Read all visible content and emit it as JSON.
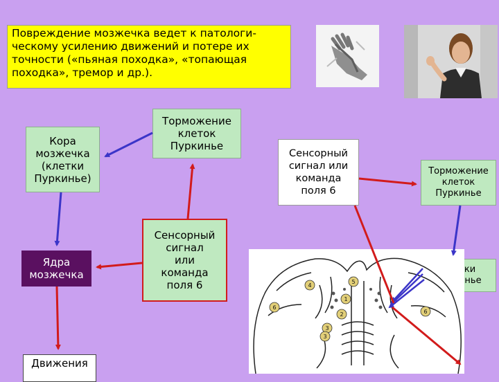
{
  "title_text": "Повреждение мозжечка ведет к патологи-\nческому усилению движений и потере их\nточности («пьяная походка», «топающая\nпоходка», тремор и др.).",
  "boxes": {
    "cortex": "Кора\nмозжечка\n(клетки\nПуркинье)",
    "inhibition_top": "Торможение\nклеток\nПуркинье",
    "nuclei": "Ядра\nмозжечка",
    "sensory_mid": "Сенсорный\nсигнал\nили\nкоманда\nполя 6",
    "movement": "Движения",
    "sensory_right": "Сенсорный\nсигнал или\nкоманда\nполя 6",
    "inhibition_right": "Торможение\nклеток\nПуркинье",
    "purkinje_right": "Клетки\nПуркинье"
  },
  "diagram_labels": [
    "4",
    "5",
    "6",
    "6",
    "1",
    "2",
    "3",
    "3"
  ],
  "colors": {
    "background": "#c9a0f0",
    "title_bg": "#ffff00",
    "green_box": "#bfe9c0",
    "nuclei_box": "#5a1060",
    "arrow_blue": "#3b35c8",
    "arrow_red": "#d21b1b"
  }
}
